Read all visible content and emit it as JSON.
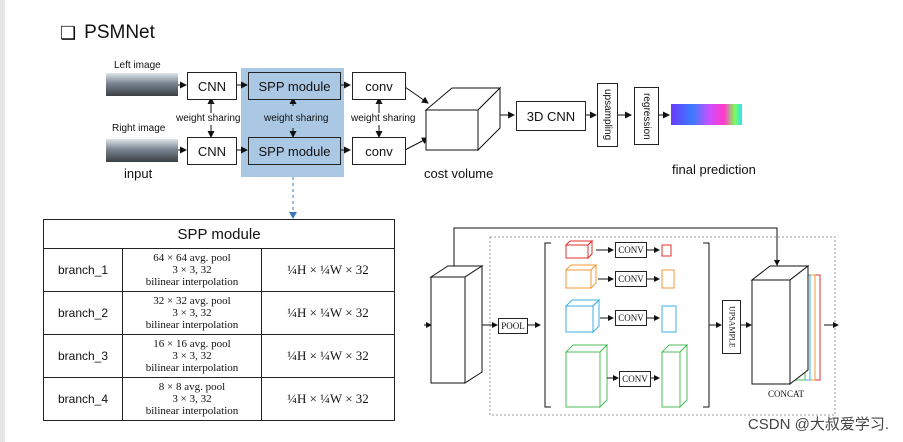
{
  "heading": {
    "checkbox": "❑",
    "title": "PSMNet"
  },
  "top": {
    "left_image_label": "Left image",
    "right_image_label": "Right image",
    "input_label": "input",
    "cnn_label": "CNN",
    "spp_label": "SPP module",
    "conv_label": "conv",
    "weight_sharing": "weight sharing",
    "cost_volume": "cost volume",
    "cnn3d": "3D CNN",
    "upsampling": "upsampling",
    "regression": "regression",
    "final_prediction": "final prediction"
  },
  "table": {
    "title": "SPP module",
    "rows": [
      {
        "branch": "branch_1",
        "pool": "64 × 64 avg. pool",
        "conv": "3 × 3, 32",
        "interp": "bilinear interpolation",
        "out": "¼H × ¼W × 32"
      },
      {
        "branch": "branch_2",
        "pool": "32 × 32 avg. pool",
        "conv": "3 × 3, 32",
        "interp": "bilinear interpolation",
        "out": "¼H × ¼W × 32"
      },
      {
        "branch": "branch_3",
        "pool": "16 × 16 avg. pool",
        "conv": "3 × 3, 32",
        "interp": "bilinear interpolation",
        "out": "¼H × ¼W × 32"
      },
      {
        "branch": "branch_4",
        "pool": "8 × 8 avg. pool",
        "conv": "3 × 3, 32",
        "interp": "bilinear interpolation",
        "out": "¼H × ¼W × 32"
      }
    ]
  },
  "diagram": {
    "pool": "POOL",
    "conv": "CONV",
    "upsample": "UPSAMPLE",
    "concat": "CONCAT"
  },
  "watermark": "CSDN @大叔爱学习."
}
